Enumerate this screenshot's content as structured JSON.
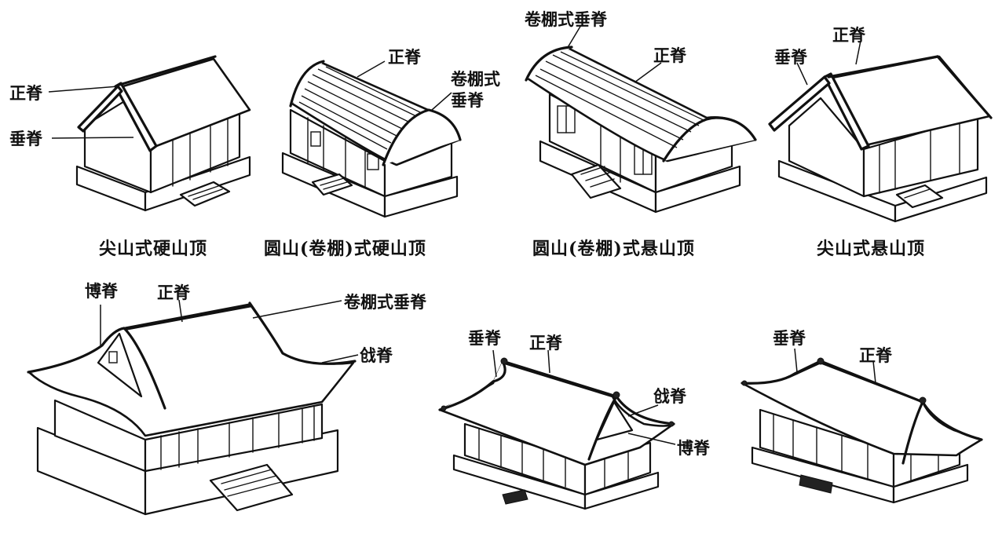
{
  "captions": {
    "b1": "尖山式硬山顶",
    "b2": "圆山(卷棚)式硬山顶",
    "b3": "圆山(卷棚)式悬山顶",
    "b4": "尖山式悬山顶"
  },
  "labels": {
    "b1_zhengji": "正脊",
    "b1_chuiji": "垂脊",
    "b2_zhengji": "正脊",
    "b2_juanpeng_1": "卷棚式",
    "b2_juanpeng_2": "垂脊",
    "b3_juanpeng": "卷棚式垂脊",
    "b3_zhengji": "正脊",
    "b4_chuiji": "垂脊",
    "b4_zhengji": "正脊",
    "b5_boji": "博脊",
    "b5_zhengji": "正脊",
    "b5_juanpeng": "卷棚式垂脊",
    "b5_qiangji": "戗脊",
    "b6_chuiji": "垂脊",
    "b6_zhengji": "正脊",
    "b6_qiangji": "戗脊",
    "b6_boji": "博脊",
    "b7_chuiji": "垂脊",
    "b7_zhengji": "正脊"
  }
}
